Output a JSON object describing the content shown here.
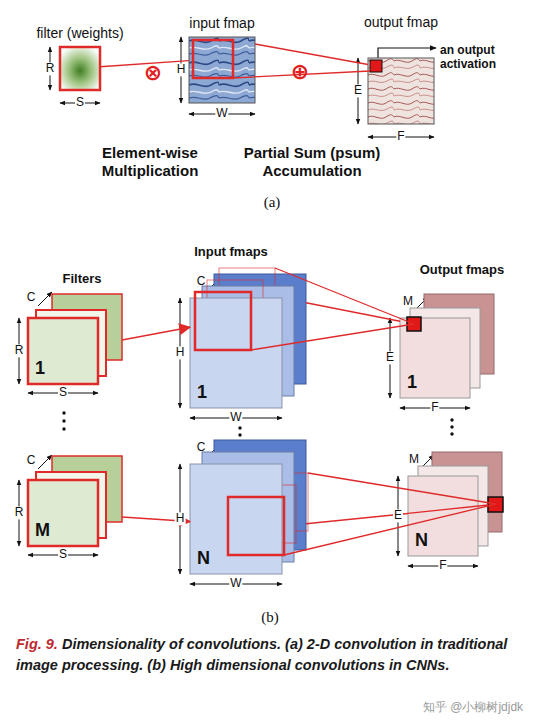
{
  "diagram": {
    "caption": "Dimensionality of convolutions. (a) 2-D convolution in traditional image processing. (b) High dimensional convolutions in CNNs.",
    "nodes": [
      {
        "text": [
          "filter (weights)"
        ]
      },
      {
        "text": [
          "input fmap"
        ]
      },
      {
        "text": [
          "output fmap"
        ]
      },
      {
        "text": [
          "1"
        ]
      },
      {
        "text": [
          "1"
        ]
      },
      {
        "text": [
          "1"
        ]
      },
      {
        "text": [
          "M"
        ]
      },
      {
        "text": [
          "N"
        ]
      },
      {
        "text": [
          "N"
        ]
      }
    ],
    "edges": [
      {
        "from": 0,
        "to": 1,
        "arrow": "none"
      },
      {
        "from": 1,
        "to": 2,
        "arrow": "none"
      },
      {
        "from": 3,
        "to": 4,
        "arrow": "to"
      },
      {
        "from": 4,
        "to": 5,
        "arrow": "none"
      },
      {
        "from": 6,
        "to": 7,
        "arrow": "to"
      },
      {
        "from": 7,
        "to": 8,
        "arrow": "none"
      }
    ],
    "labels": [
      "R",
      "S",
      "⊗",
      "H",
      "W",
      "⊕",
      "an output activation",
      "E",
      "F",
      "Element-wise Multiplication",
      "Partial Sum (psum) Accumulation",
      "(a)",
      "Filters",
      "Input fmaps",
      "Output fmaps",
      "C",
      "R",
      "S",
      "C",
      "H",
      "W",
      "M",
      "E",
      "F",
      "C",
      "R",
      "S",
      "C",
      "H",
      "W",
      "M",
      "E",
      "F",
      "(b)",
      "Fig. 9.",
      "知乎 @小柳树jdjdk"
    ]
  }
}
